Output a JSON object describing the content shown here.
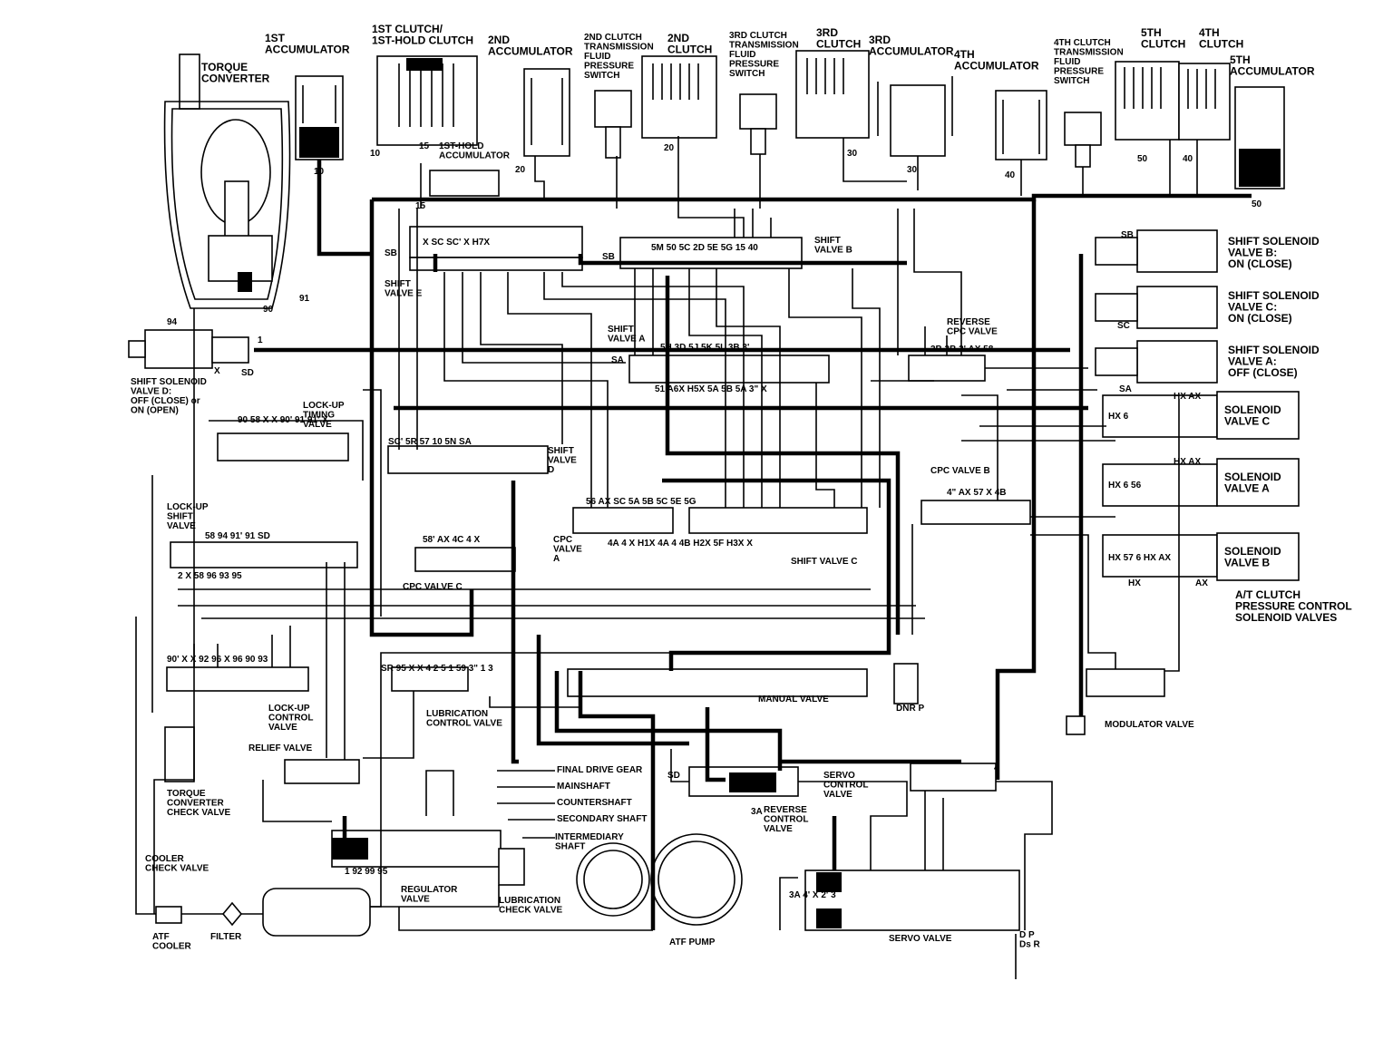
{
  "components": {
    "torque_converter": "TORQUE\nCONVERTER",
    "first_accumulator": "1ST\nACCUMULATOR",
    "first_clutch": "1ST CLUTCH/\n1ST-HOLD CLUTCH",
    "second_accumulator": "2ND\nACCUMULATOR",
    "second_clutch_switch": "2ND CLUTCH\nTRANSMISSION\nFLUID\nPRESSURE\nSWITCH",
    "second_clutch": "2ND\nCLUTCH",
    "third_clutch_switch": "3RD CLUTCH\nTRANSMISSION\nFLUID\nPRESSURE\nSWITCH",
    "third_clutch": "3RD\nCLUTCH",
    "third_accumulator": "3RD\nACCUMULATOR",
    "fourth_accumulator": "4TH\nACCUMULATOR",
    "fourth_clutch_switch": "4TH CLUTCH\nTRANSMISSION\nFLUID\nPRESSURE\nSWITCH",
    "fifth_clutch": "5TH\nCLUTCH",
    "fourth_clutch": "4TH\nCLUTCH",
    "fifth_accumulator": "5TH\nACCUMULATOR",
    "first_hold_accumulator": "1ST-HOLD\nACCUMULATOR",
    "shift_solenoid_b": "SHIFT SOLENOID\nVALVE B:\nON (CLOSE)",
    "shift_solenoid_c": "SHIFT SOLENOID\nVALVE C:\nON (CLOSE)",
    "shift_solenoid_a": "SHIFT SOLENOID\nVALVE A:\nOFF (CLOSE)",
    "shift_solenoid_d": "SHIFT SOLENOID\nVALVE D:\nOFF (CLOSE) or\nON (OPEN)",
    "shift_valve_e": "SHIFT\nVALVE E",
    "shift_valve_b": "SHIFT\nVALVE B",
    "shift_valve_a": "SHIFT\nVALVE A",
    "shift_valve_d": "SHIFT\nVALVE\nD",
    "shift_valve_c": "SHIFT VALVE C",
    "reverse_cpc_valve": "REVERSE\nCPC VALVE",
    "lockup_timing_valve": "LOCK-UP\nTIMING\nVALVE",
    "lockup_shift_valve": "LOCK-UP\nSHIFT\nVALVE",
    "cpc_valve_a": "CPC\nVALVE\nA",
    "cpc_valve_b": "CPC VALVE B",
    "cpc_valve_c": "CPC VALVE C",
    "solenoid_valve_c": "SOLENOID\nVALVE C",
    "solenoid_valve_a": "SOLENOID\nVALVE A",
    "solenoid_valve_b": "SOLENOID\nVALVE B",
    "at_clutch_solenoids": "A/T CLUTCH\nPRESSURE CONTROL\nSOLENOID VALVES",
    "lockup_control_valve": "LOCK-UP\nCONTROL\nVALVE",
    "lubrication_control_valve": "LUBRICATION\nCONTROL VALVE",
    "manual_valve": "MANUAL VALVE",
    "modulator_valve": "MODULATOR VALVE",
    "relief_valve": "RELIEF VALVE",
    "torque_converter_check_valve": "TORQUE\nCONVERTER\nCHECK VALVE",
    "cooler_check_valve": "COOLER\nCHECK VALVE",
    "final_drive_gear": "FINAL DRIVE GEAR",
    "mainshaft": "MAINSHAFT",
    "countershaft": "COUNTERSHAFT",
    "secondary_shaft": "SECONDARY SHAFT",
    "intermediary_shaft": "INTERMEDIARY\nSHAFT",
    "servo_control_valve": "SERVO\nCONTROL\nVALVE",
    "reverse_control_valve": "REVERSE\nCONTROL\nVALVE",
    "regulator_valve": "REGULATOR\nVALVE",
    "lubrication_check_valve": "LUBRICATION\nCHECK VALVE",
    "atf_pump": "ATF PUMP",
    "servo_valve": "SERVO VALVE",
    "atf_cooler": "ATF\nCOOLER",
    "filter": "FILTER"
  },
  "ports": {
    "p10a": "10",
    "p10b": "10",
    "p15a": "15",
    "p15b": "15",
    "p20a": "20",
    "p20b": "20",
    "p30a": "30",
    "p30b": "30",
    "p40": "40",
    "p50a": "50",
    "p40b": "40",
    "p50b": "50",
    "p91": "91",
    "p90": "90",
    "p94": "94",
    "p1": "1",
    "pX": "X",
    "pSD": "SD",
    "sb1": "SB",
    "sb2": "SB",
    "sb3": "SB",
    "sc": "SC",
    "sa1": "SA",
    "sa2": "SA",
    "sve_ports": "X  SC SC' X  H7X",
    "svb_ports": "5M  50 5C 2D  5E 5G  15  40",
    "sva_ports": "5H  3D  5J  5K  5L  3B  3'",
    "sva_low": "51  A6X  H5X  5A  5B  5A  3\"  X",
    "svd_ports": "SC'  5R 57  10  5N  SA",
    "svc_ports": "56  AX  SC  5A 5B 5C  5E  5G",
    "svc_low": "4A  4  X  H1X  4A  4  4B  H2X 5F  H3X X",
    "ltv_ports": "90  58  X X 90' 91 91' X",
    "lsv_ports": "58  94  91' 91  SD",
    "lsv_low": "2  X 58  96  93  95",
    "lcv_ports": "90' X X 92  96  X 96  90  93",
    "cpcc_ports": "58'  AX  4C  4  X",
    "cpcb_ports": "4\"  AX  57  X  4B",
    "rcpc_ports": "3B  3B  3'  AX  58",
    "sol_c": "HX  6",
    "sol_a": "HX  6  56",
    "sol_b": "HX  57  6  HX  AX",
    "mv_ports": "SR  95  X X  4  2  5 1  59  3\"  1  3",
    "prnd": "DNR  P",
    "servo_ports": "3A  4'  X  2'  3",
    "servo_pos": "D  P\nDs R",
    "reg_ports": "1  92  99  95",
    "sd": "SD",
    "p4": "4",
    "p3a": "3A",
    "hx_ax1": "HX AX",
    "hx_ax2": "HX AX",
    "hx2": "HX",
    "ax2": "AX"
  }
}
